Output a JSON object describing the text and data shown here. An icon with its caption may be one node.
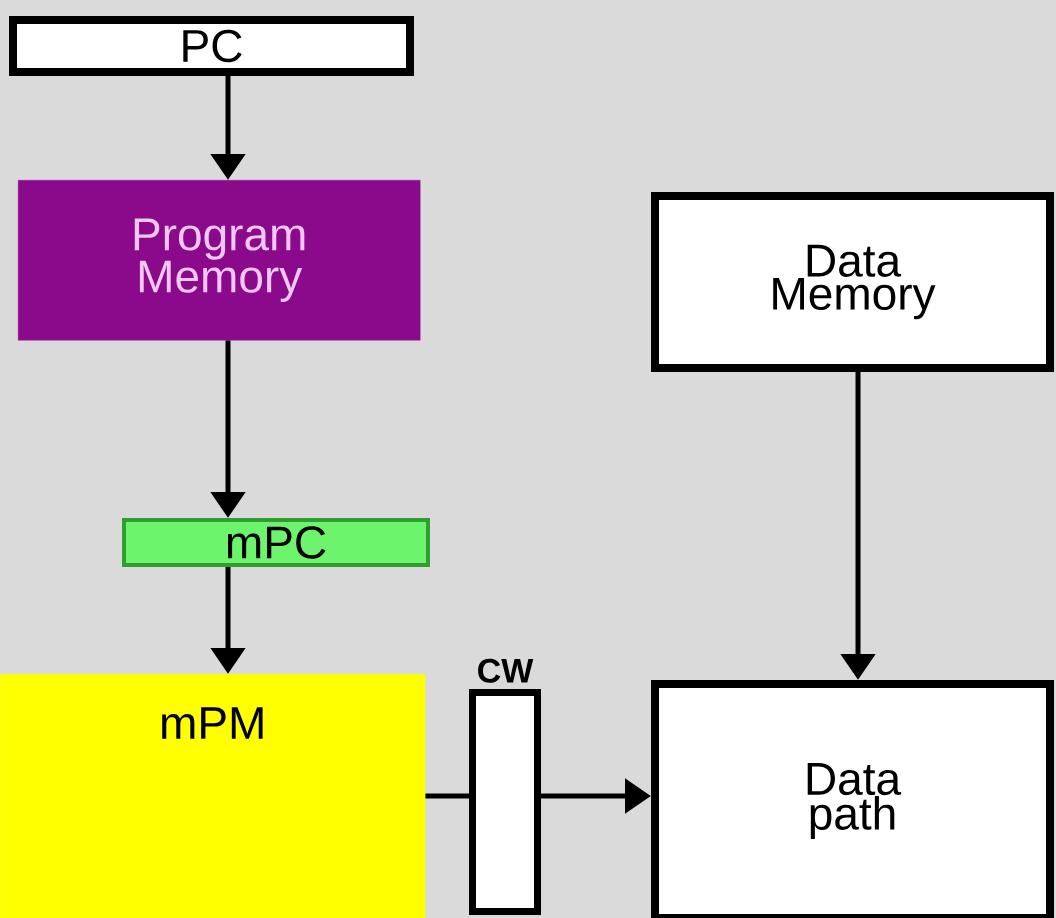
{
  "diagram": {
    "nodes": [
      {
        "text": [
          "PC"
        ]
      },
      {
        "text": [
          "Program Memory"
        ]
      },
      {
        "text": [
          "Data Memory"
        ]
      },
      {
        "text": [
          "mPC"
        ]
      },
      {
        "text": [
          "mPM"
        ]
      },
      {
        "text": [
          "CW"
        ]
      },
      {
        "text": [
          "Data path"
        ]
      }
    ],
    "edges": [
      {
        "from": 0,
        "to": 1,
        "arrow": "to"
      },
      {
        "from": 1,
        "to": 3,
        "arrow": "to"
      },
      {
        "from": 3,
        "to": 4,
        "arrow": "to"
      },
      {
        "from": 2,
        "to": 6,
        "arrow": "to"
      },
      {
        "from": 4,
        "to": 5,
        "arrow": "none"
      },
      {
        "from": 5,
        "to": 6,
        "arrow": "to"
      }
    ]
  }
}
